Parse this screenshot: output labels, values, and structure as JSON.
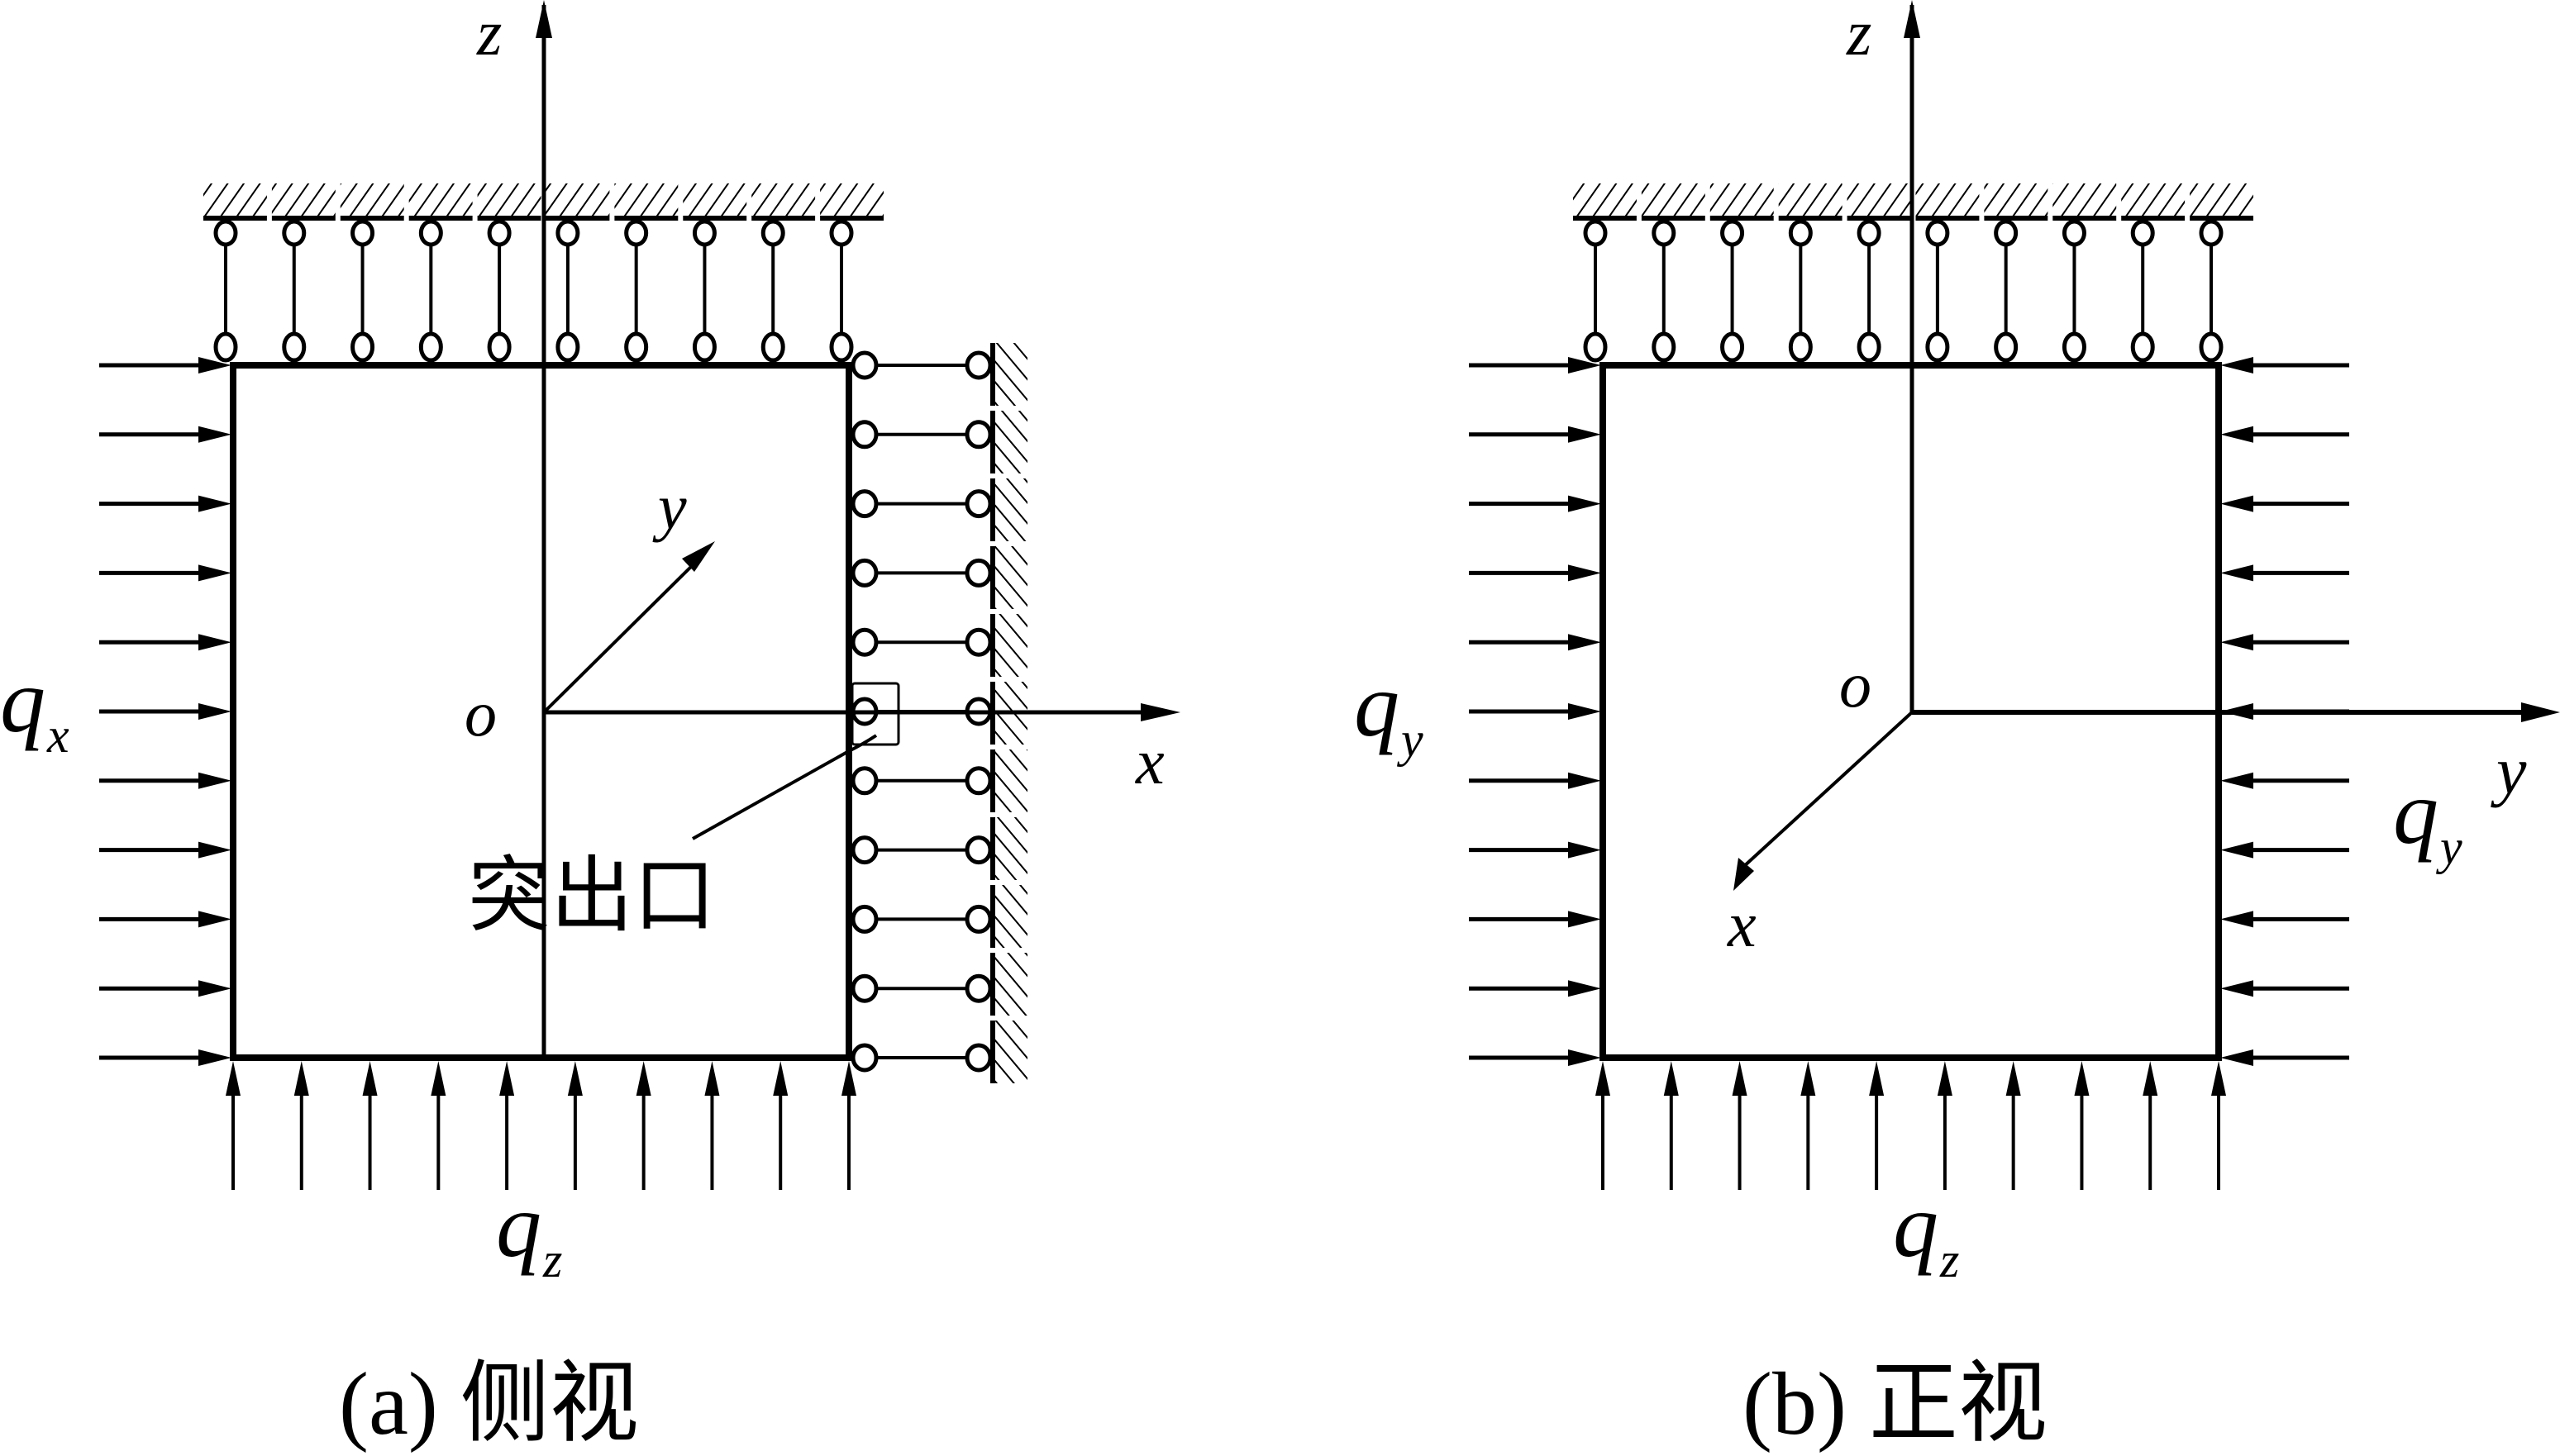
{
  "figure": {
    "panels": [
      {
        "id": "a",
        "caption": "(a)  侧视",
        "view": "side",
        "labels": {
          "z_axis": "z",
          "y_axis": "y",
          "x_axis": "x",
          "origin": "o",
          "load_left": {
            "base": "q",
            "sub": "x"
          },
          "load_bottom": {
            "base": "q",
            "sub": "z"
          },
          "callout": "突出口"
        },
        "top_support_links": 10,
        "left_load_arrows": 11,
        "bottom_load_arrows": 10,
        "right_support_links": 11,
        "right_side": "roller-supported wall"
      },
      {
        "id": "b",
        "caption": "(b)  正视",
        "view": "front",
        "labels": {
          "z_axis": "z",
          "y_axis": "y",
          "x_axis": "x",
          "origin": "o",
          "load_left": {
            "base": "q",
            "sub": "y"
          },
          "load_right": {
            "base": "q",
            "sub": "y"
          },
          "load_bottom": {
            "base": "q",
            "sub": "z"
          }
        },
        "top_support_links": 10,
        "left_load_arrows": 11,
        "right_load_arrows": 11,
        "bottom_load_arrows": 10
      }
    ],
    "colors": {
      "ink": "#000000",
      "background": "#ffffff"
    }
  }
}
